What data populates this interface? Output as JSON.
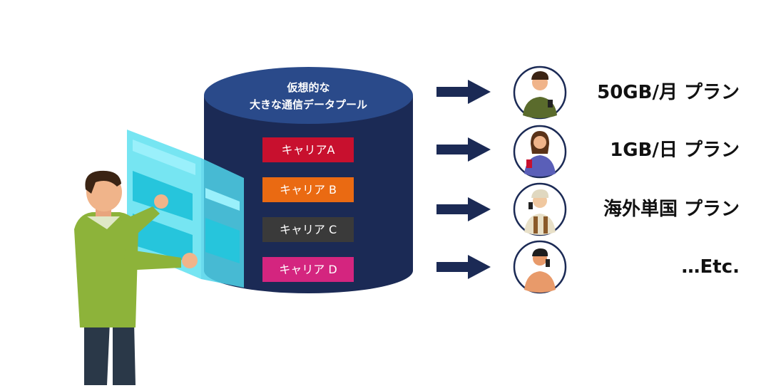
{
  "database": {
    "title_line1": "仮想的な",
    "title_line2": "大きな通信データプール",
    "carriers": [
      {
        "label": "キャリアA",
        "color": "#c8102e"
      },
      {
        "label": "キャリア B",
        "color": "#ea6a12"
      },
      {
        "label": "キャリア C",
        "color": "#3a3a3a"
      },
      {
        "label": "キャリア D",
        "color": "#d4257f"
      }
    ]
  },
  "plans": [
    {
      "label": "50GB/月 プラン",
      "icon": "man-with-phone-icon"
    },
    {
      "label": "1GB/日 プラン",
      "icon": "woman-with-drink-icon"
    },
    {
      "label": "海外単国 プラン",
      "icon": "traveler-on-phone-icon"
    },
    {
      "label": "…Etc.",
      "icon": "man-calling-icon"
    }
  ],
  "colors": {
    "navy": "#1b2a55",
    "cylinder_top": "#2a4a8a",
    "screen": "#5ee0f0",
    "shirt": "#8db33a"
  }
}
